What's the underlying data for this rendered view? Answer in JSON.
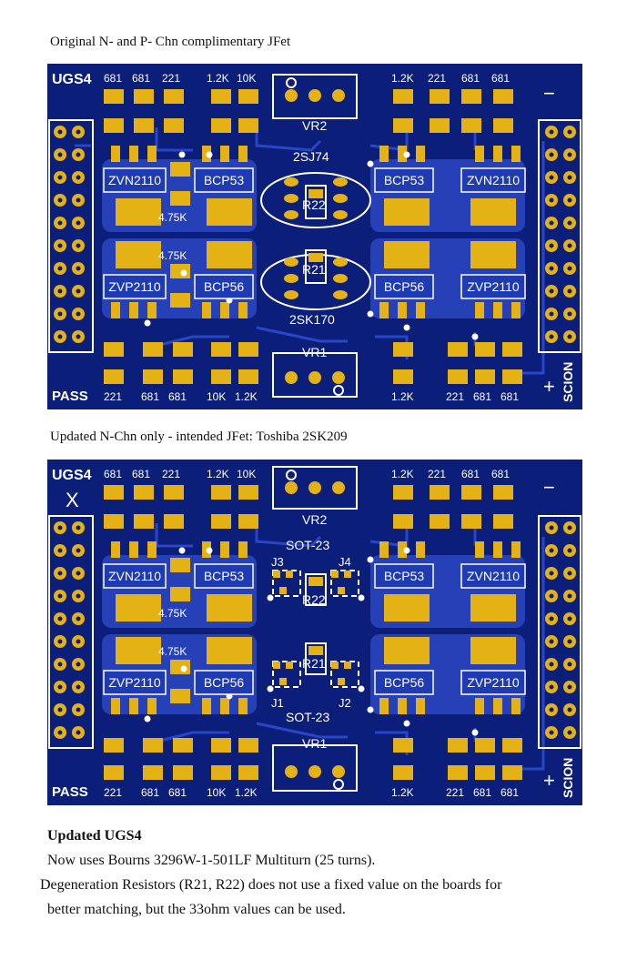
{
  "captions": {
    "top": "Original N- and P- Chn complimentary JFet",
    "bottom": "Updated N-Chn only - intended JFet: Toshiba 2SK209"
  },
  "board1": {
    "title": "UGS4",
    "corner_label": "PASS",
    "side_label": "SCION",
    "minus": "−",
    "plus": "+",
    "top_left_values": [
      "681",
      "681",
      "221",
      "1.2K",
      "10K"
    ],
    "top_right_values": [
      "1.2K",
      "221",
      "681",
      "681"
    ],
    "bottom_left_values": [
      "221",
      "681",
      "681",
      "10K",
      "1.2K"
    ],
    "bottom_right_values": [
      "1.2K",
      "221",
      "681",
      "681"
    ],
    "vr_top": "VR2",
    "vr_bottom": "VR1",
    "chips": [
      "ZVN2110",
      "BCP53",
      "BCP53",
      "ZVN2110",
      "ZVP2110",
      "BCP56",
      "BCP56",
      "ZVP2110"
    ],
    "res_upper": "4.75K",
    "res_lower": "4.75K",
    "jfet_top": "2SJ74",
    "jfet_bottom": "2SK170",
    "r22": "R22",
    "r21": "R21"
  },
  "board2": {
    "title": "UGS4",
    "x_mark": "X",
    "corner_label": "PASS",
    "side_label": "SCION",
    "minus": "−",
    "plus": "+",
    "top_left_values": [
      "681",
      "681",
      "221",
      "1.2K",
      "10K"
    ],
    "top_right_values": [
      "1.2K",
      "221",
      "681",
      "681"
    ],
    "bottom_left_values": [
      "221",
      "681",
      "681",
      "10K",
      "1.2K"
    ],
    "bottom_right_values": [
      "1.2K",
      "221",
      "681",
      "681"
    ],
    "vr_top": "VR2",
    "vr_bottom": "VR1",
    "chips": [
      "ZVN2110",
      "BCP53",
      "BCP53",
      "ZVN2110",
      "ZVP2110",
      "BCP56",
      "BCP56",
      "ZVP2110"
    ],
    "res_upper": "4.75K",
    "res_lower": "4.75K",
    "sot_top": "SOT-23",
    "sot_bottom": "SOT-23",
    "j3": "J3",
    "j4": "J4",
    "j1": "J1",
    "j2": "J2",
    "r22": "R22",
    "r21": "R21"
  },
  "notes": {
    "heading": "Updated UGS4",
    "line1": "Now uses Bourns 3296W-1-501LF Multiturn (25 turns).",
    "line2": "Degeneration Resistors (R21, R22) does not use a fixed value on the boards for",
    "line3": "better matching, but the 33ohm values can be used."
  }
}
